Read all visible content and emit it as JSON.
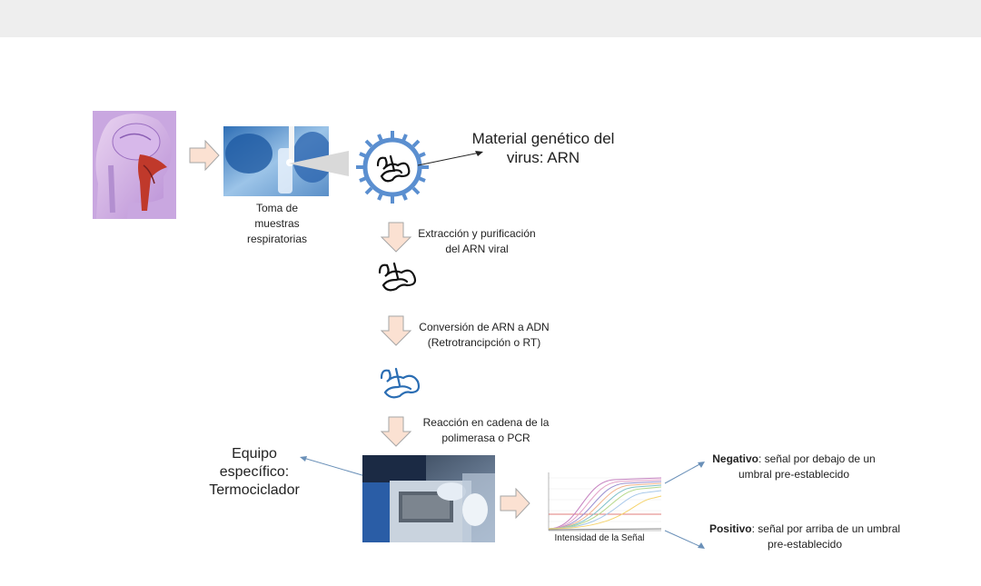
{
  "steps": {
    "sample_label": "Toma de muestras respiratorias",
    "genetic_material_label": "Material genético del virus: ARN",
    "extraction_label": "Extracción y purificación del ARN viral",
    "conversion_label": "Conversión de ARN a ADN (Retrotrancipción o RT)",
    "pcr_label": "Reacción en cadena de la polimerasa o PCR"
  },
  "equipment": {
    "label": "Equipo específico: Termociclador"
  },
  "chart": {
    "xlabel": "Intensidad de la Señal"
  },
  "results": {
    "negative_title": "Negativo",
    "negative_text": ": señal por debajo de un umbral pre-establecido",
    "positive_title": "Positivo",
    "positive_text": ": señal por arriba de un umbral pre-establecido"
  },
  "colors": {
    "arrow_fill": "#fbe1d2",
    "arrow_stroke": "#a6a6a6",
    "virus_blue": "#5b8fd0",
    "dna_blue": "#2a6db3",
    "connector": "#6a90b8"
  }
}
